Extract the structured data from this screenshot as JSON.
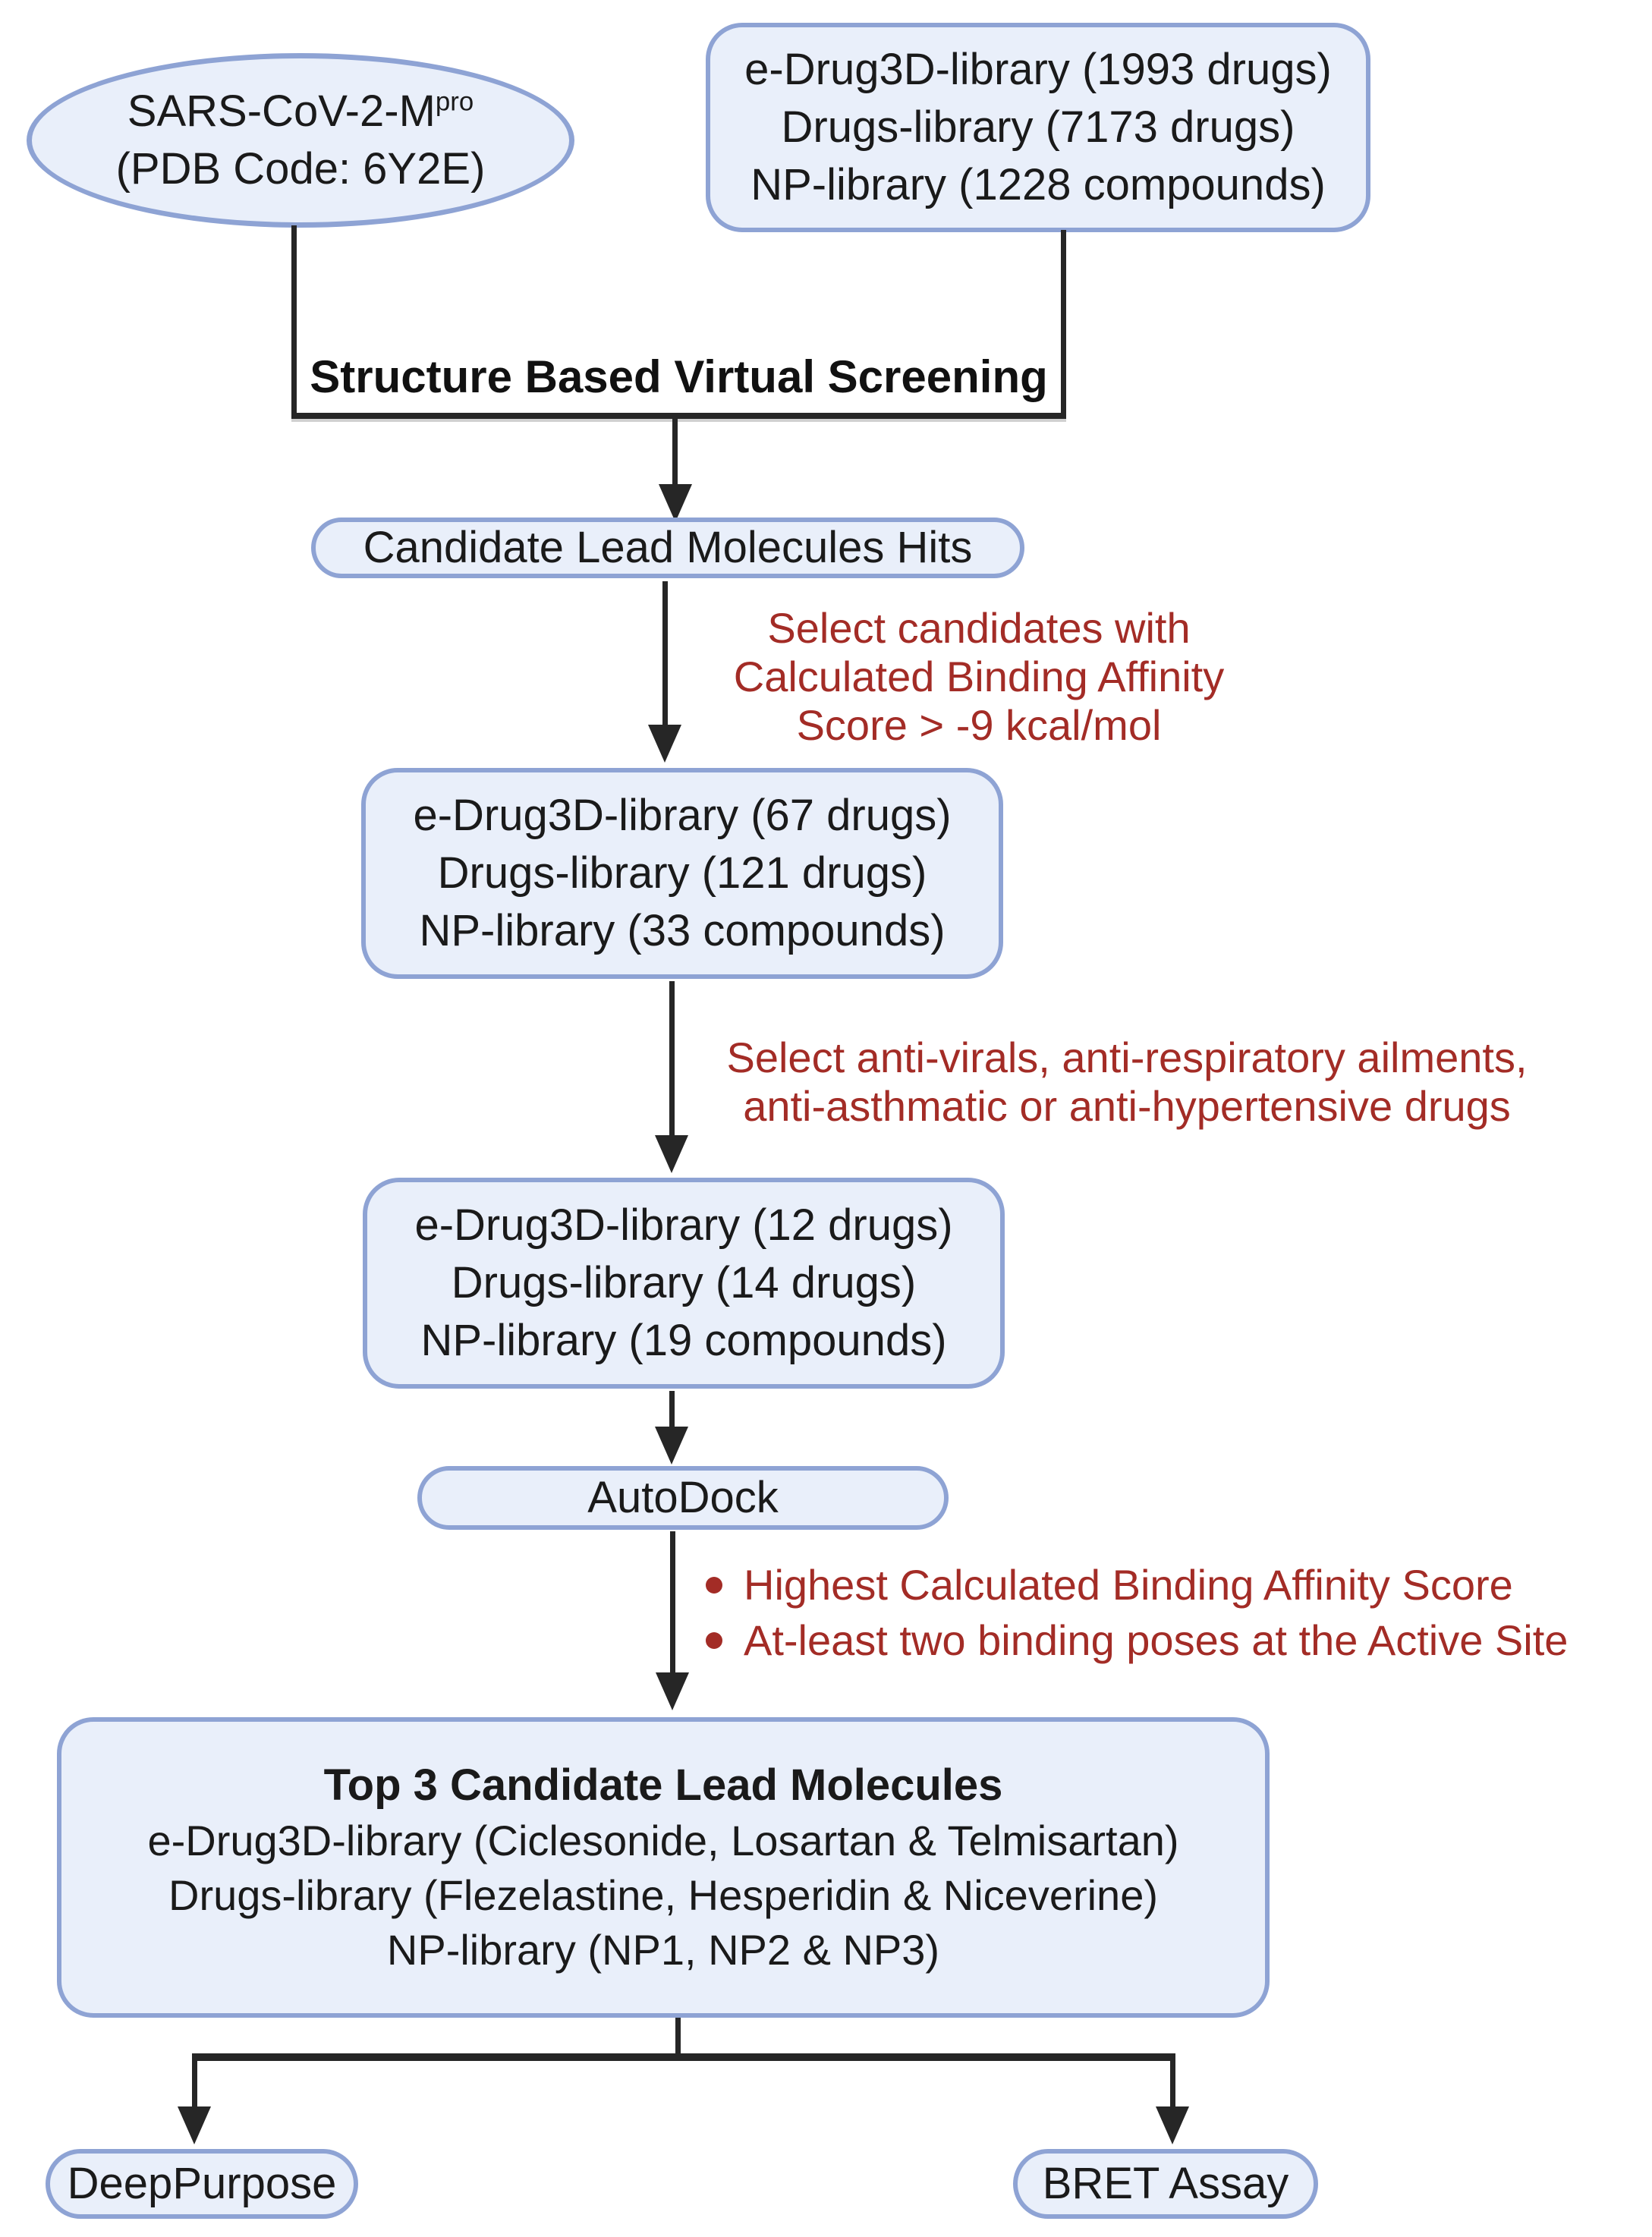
{
  "colors": {
    "node_fill": "#E9EFFA",
    "node_border": "#8EA3D4",
    "text": "#1A1A1A",
    "red": "#A32C26",
    "arrow": "#262626"
  },
  "nodes": {
    "protein": {
      "line1_base": "SARS-CoV-2-M",
      "line1_sup": "pro",
      "line2": "(PDB Code: 6Y2E)"
    },
    "libraries": {
      "lines": [
        "e-Drug3D-library (1993 drugs)",
        "Drugs-library (7173 drugs)",
        "NP-library (1228 compounds)"
      ]
    },
    "screening_label": "Structure Based Virtual Screening",
    "hits": "Candidate Lead Molecules Hits",
    "filter_affinity": {
      "lines": [
        "Select candidates with",
        "Calculated Binding Affinity",
        "Score > -9 kcal/mol"
      ]
    },
    "filtered1": {
      "lines": [
        "e-Drug3D-library (67 drugs)",
        "Drugs-library (121 drugs)",
        "NP-library (33 compounds)"
      ]
    },
    "filter_class": {
      "lines": [
        "Select anti-virals, anti-respiratory ailments,",
        "anti-asthmatic or anti-hypertensive drugs"
      ]
    },
    "filtered2": {
      "lines": [
        "e-Drug3D-library (12 drugs)",
        "Drugs-library (14 drugs)",
        "NP-library (19 compounds)"
      ]
    },
    "autodock": "AutoDock",
    "criteria": {
      "bullets": [
        "Highest Calculated Binding Affinity Score",
        "At-least two binding poses at the Active Site"
      ]
    },
    "top3": {
      "title": "Top 3 Candidate Lead Molecules",
      "lines": [
        "e-Drug3D-library (Ciclesonide, Losartan & Telmisartan)",
        "Drugs-library (Flezelastine, Hesperidin & Niceverine)",
        "NP-library (NP1, NP2 & NP3)"
      ]
    },
    "deeppurpose": "DeepPurpose",
    "bret": "BRET Assay"
  }
}
